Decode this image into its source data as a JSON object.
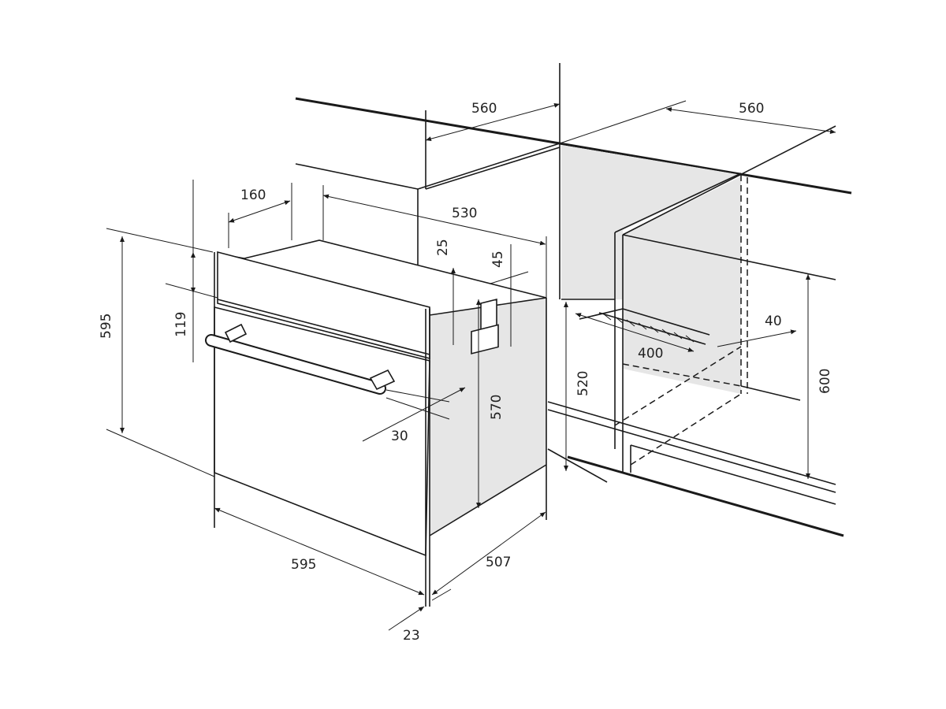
{
  "diagram": {
    "title": "Built-in oven installation dimensions",
    "fill_color": "#e6e6e6",
    "line_color": "#1a1a1a",
    "dimensions": {
      "cabinet_width_left": "560",
      "cabinet_width_right": "560",
      "top_clearance": "160",
      "depth_top": "530",
      "gap_25": "25",
      "gap_45": "45",
      "oven_height": "595",
      "panel_height": "119",
      "vent_depth": "40",
      "vent_width": "400",
      "niche_520": "520",
      "niche_600": "600",
      "body_height": "570",
      "handle_depth": "30",
      "oven_width": "595",
      "body_depth": "507",
      "front_thickness": "23"
    }
  }
}
